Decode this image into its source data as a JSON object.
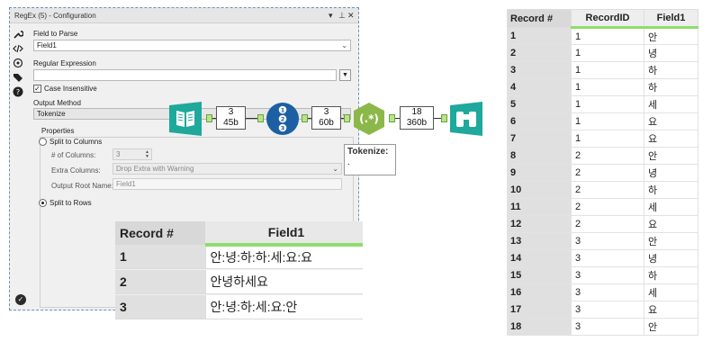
{
  "config": {
    "title": "RegEx (5) - Configuration",
    "title_controls": [
      "▾",
      "⊥",
      "✕"
    ],
    "field_to_parse": {
      "label": "Field to Parse",
      "value": "Field1"
    },
    "regex": {
      "label": "Regular Expression",
      "value": "",
      "dropdown_glyph": "▼"
    },
    "case_insensitive": {
      "label": "Case Insensitive",
      "checked_glyph": "✓"
    },
    "output_method": {
      "label": "Output Method",
      "value": "Tokenize"
    },
    "properties": {
      "label": "Properties",
      "split_to_columns": "Split to Columns",
      "num_columns": {
        "label": "# of Columns:",
        "value": "3"
      },
      "extra_columns": {
        "label": "Extra Columns:",
        "value": "Drop Extra with Warning"
      },
      "output_root_name": {
        "label": "Output Root Name:",
        "value": "Field1"
      },
      "split_to_rows": "Split to Rows"
    },
    "preview": {
      "headers": [
        "Record #",
        "Field1"
      ],
      "rows": [
        [
          "1",
          "안:녕:하:하:세:요:요"
        ],
        [
          "2",
          "안녕하세요"
        ],
        [
          "3",
          "안:녕:하:세:요:안"
        ]
      ]
    }
  },
  "workflow": {
    "count1": {
      "records": "3",
      "size": "45b"
    },
    "count2": {
      "records": "3",
      "size": "60b"
    },
    "count3": {
      "records": "18",
      "size": "360b"
    },
    "regex_glyph": "(.*)",
    "tooltip": {
      "title": "Tokenize:",
      "value": "."
    },
    "colors": {
      "input": "#1fa89c",
      "record_id": "#1d5fa3",
      "regex": "#8cb84a",
      "browse": "#1fa89c"
    }
  },
  "results": {
    "headers": [
      "Record #",
      "RecordID",
      "Field1"
    ],
    "rows": [
      [
        "1",
        "1",
        "안"
      ],
      [
        "2",
        "1",
        "녕"
      ],
      [
        "3",
        "1",
        "하"
      ],
      [
        "4",
        "1",
        "하"
      ],
      [
        "5",
        "1",
        "세"
      ],
      [
        "6",
        "1",
        "요"
      ],
      [
        "7",
        "1",
        "요"
      ],
      [
        "8",
        "2",
        "안"
      ],
      [
        "9",
        "2",
        "녕"
      ],
      [
        "10",
        "2",
        "하"
      ],
      [
        "11",
        "2",
        "세"
      ],
      [
        "12",
        "2",
        "요"
      ],
      [
        "13",
        "3",
        "안"
      ],
      [
        "14",
        "3",
        "녕"
      ],
      [
        "15",
        "3",
        "하"
      ],
      [
        "16",
        "3",
        "세"
      ],
      [
        "17",
        "3",
        "요"
      ],
      [
        "18",
        "3",
        "안"
      ]
    ]
  }
}
